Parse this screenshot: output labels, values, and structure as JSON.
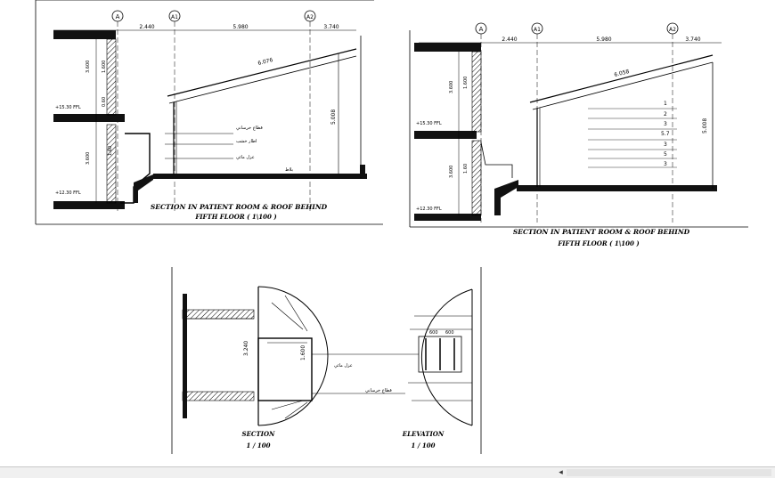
{
  "drawing1": {
    "grid_labels": [
      "A",
      "A1",
      "A2"
    ],
    "dims_top": [
      "2.440",
      "5.980",
      "3.740"
    ],
    "slope_dim": "6.076",
    "dims_left": [
      "3.600",
      "1.600",
      "3.600",
      "0.60",
      "1.60"
    ],
    "dim_right": "5.008",
    "levels": [
      "+15.30 FFL",
      "+12.30 FFL"
    ],
    "notes": [
      "قطاع خرساني",
      "اطار خشب",
      "عزل مائي",
      "بلاط"
    ],
    "title": "SECTION IN PATIENT ROOM & ROOF BEHIND",
    "subtitle": "FIFTH FLOOR  ( 1\\100 )"
  },
  "drawing2": {
    "grid_labels": [
      "A",
      "A1",
      "A2"
    ],
    "dims_top": [
      "2.440",
      "5.980",
      "3.740"
    ],
    "slope_dim": "6.058",
    "dims_left": [
      "3.600",
      "1.600",
      "3.600",
      "1.60"
    ],
    "dim_right": "5.008",
    "levels": [
      "+15.30 FFL",
      "+12.30 FFL"
    ],
    "layer_numbers": [
      "1",
      "2",
      "3",
      "5.7",
      "3",
      "5",
      "3"
    ],
    "title": "SECTION IN PATIENT ROOM & ROOF BEHIND",
    "subtitle": "FIFTH FLOOR  ( 1\\100 )"
  },
  "drawing3": {
    "dims": [
      "3.240",
      "1.600",
      "600",
      "600"
    ],
    "notes": [
      "عزل مائي",
      "قطاع خرساني"
    ],
    "section_title": "SECTION",
    "section_scale": "1 / 100",
    "elevation_title": "ELEVATION",
    "elevation_scale": "1 / 100"
  }
}
